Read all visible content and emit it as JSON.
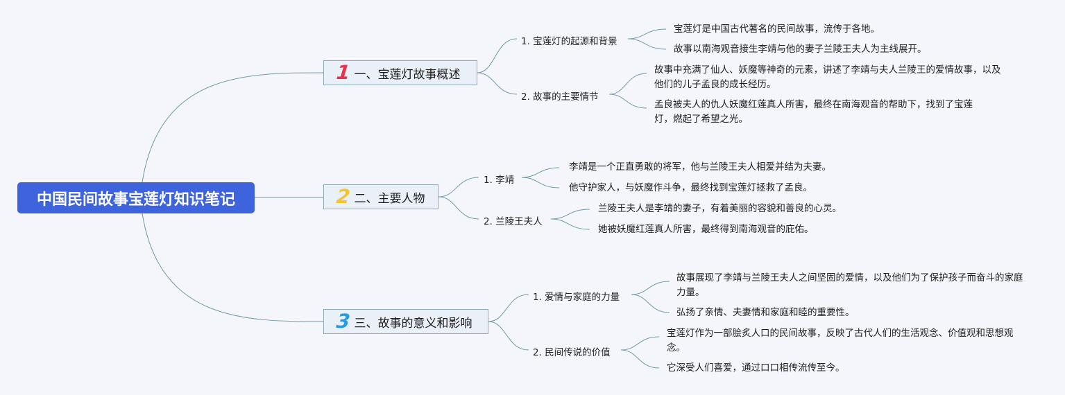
{
  "root": "中国民间故事宝莲灯知识笔记",
  "topics": [
    {
      "number": "1",
      "number_color": "#e8334a",
      "label": "一、宝莲灯故事概述",
      "subs": [
        {
          "label": "1. 宝莲灯的起源和背景",
          "leaves": [
            "宝莲灯是中国古代著名的民间故事，流传于各地。",
            "故事以南海观音接生李靖与他的妻子兰陵王夫人为主线展开。"
          ]
        },
        {
          "label": "2. 故事的主要情节",
          "leaves": [
            "故事中充满了仙人、妖魔等神奇的元素，讲述了李靖与夫人兰陵王的爱情故事，以及他们的儿子孟良的成长经历。",
            "孟良被夫人的仇人妖魔红莲真人所害，最终在南海观音的帮助下，找到了宝莲灯，燃起了希望之光。"
          ]
        }
      ]
    },
    {
      "number": "2",
      "number_color": "#f5c431",
      "label": "二、主要人物",
      "subs": [
        {
          "label": "1. 李靖",
          "leaves": [
            "李靖是一个正直勇敢的将军，他与兰陵王夫人相爱并结为夫妻。",
            "他守护家人，与妖魔作斗争，最终找到宝莲灯拯救了孟良。"
          ]
        },
        {
          "label": "2. 兰陵王夫人",
          "leaves": [
            "兰陵王夫人是李靖的妻子，有着美丽的容貌和善良的心灵。",
            "她被妖魔红莲真人所害，最终得到南海观音的庇佑。"
          ]
        }
      ]
    },
    {
      "number": "3",
      "number_color": "#2b9be0",
      "label": "三、故事的意义和影响",
      "subs": [
        {
          "label": "1. 爱情与家庭的力量",
          "leaves": [
            "故事展现了李靖与兰陵王夫人之间坚固的爱情，以及他们为了保护孩子而奋斗的家庭力量。",
            "弘扬了亲情、夫妻情和家庭和睦的重要性。"
          ]
        },
        {
          "label": "2. 民间传说的价值",
          "leaves": [
            "宝莲灯作为一部脍炙人口的民间故事，反映了古代人们的生活观念、价值观和思想观念。",
            "它深受人们喜爱，通过口口相传流传至今。"
          ]
        }
      ]
    }
  ],
  "colors": {
    "root_bg": "#3d63dd",
    "line": "#6e9aa6"
  }
}
